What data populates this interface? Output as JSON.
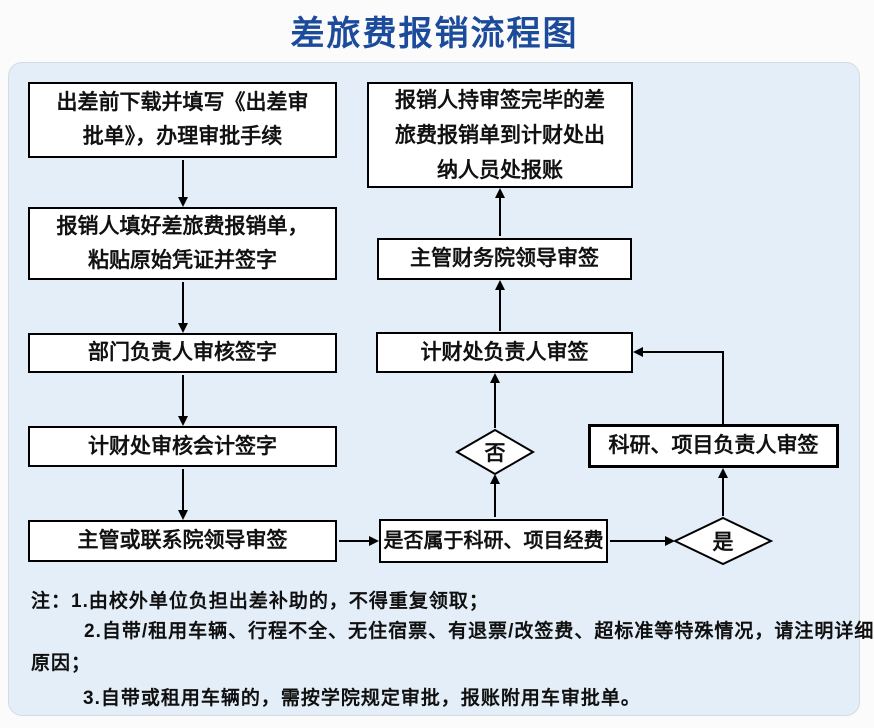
{
  "title": "差旅费报销流程图",
  "nodes": {
    "download_form": {
      "lines": [
        "出差前下载并填写《出差审",
        "批单》，办理审批手续"
      ]
    },
    "fill_form": {
      "lines": [
        "报销人填好差旅费报销单，",
        "粘贴原始凭证并签字"
      ]
    },
    "dept_head": {
      "label": "部门负责人审核签字"
    },
    "finance_accountant": {
      "label": "计财处审核会计签字"
    },
    "college_leader": {
      "label": "主管或联系院领导审签"
    },
    "cashier_payout": {
      "lines": [
        "报销人持审签完毕的差",
        "旅费报销单到计财处出",
        "纳人员处报账"
      ]
    },
    "finance_college_leader": {
      "label": "主管财务院领导审签"
    },
    "finance_office_head": {
      "label": "计财处负责人审签"
    },
    "question_funding": {
      "label": "是否属于科研、项目经费"
    },
    "project_leader_sign": {
      "label": "科研、项目负责人审签"
    },
    "decision_no": {
      "label": "否"
    },
    "decision_yes": {
      "label": "是"
    }
  },
  "notes": {
    "line1": "注：1.由校外单位负担出差补助的，不得重复领取；",
    "line2": "2.自带/租用车辆、行程不全、无住宿票、有退票/改签费、超标准等特殊情况，请注明详细",
    "line3": "原因；",
    "line4": "3.自带或租用车辆的，需按学院规定审批，报账附用车审批单。"
  },
  "colors": {
    "title_blue": "#1c4b9c",
    "panel_bg": "#e4eef8",
    "node_bg": "#ffffff",
    "node_border": "#000000"
  }
}
